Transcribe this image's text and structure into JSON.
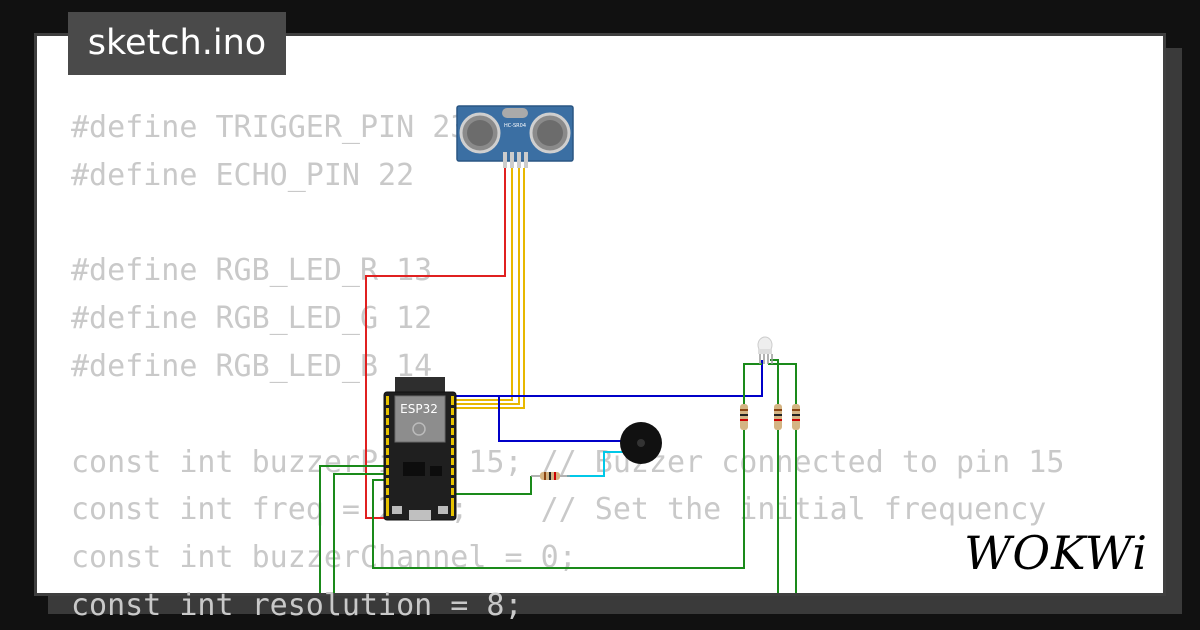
{
  "tab": {
    "filename": "sketch.ino"
  },
  "code": {
    "lines": [
      "#define TRIGGER_PIN 23",
      "#define ECHO_PIN 22",
      "",
      "#define RGB_LED_R 13",
      "#define RGB_LED_G 12",
      "#define RGB_LED_B 14",
      "",
      "const int buzzerPin = 15; // Buzzer connected to pin 15",
      "const int freq = 2000;    // Set the initial frequency",
      "const int buzzerChannel = 0;",
      "const int resolution = 8;"
    ]
  },
  "components": {
    "sensor_label": "HC-SR04",
    "board_label": "ESP32"
  },
  "brand": {
    "logo": "WOKWi"
  },
  "colors": {
    "background": "#111111",
    "card": "#ffffff",
    "tab": "#4a4a4a",
    "code_text": "#c9c9c9",
    "wire_red": "#e02020",
    "wire_yellow": "#e8b800",
    "wire_blue": "#0000c8",
    "wire_green": "#1a8a1a",
    "wire_cyan": "#00c8e8"
  }
}
